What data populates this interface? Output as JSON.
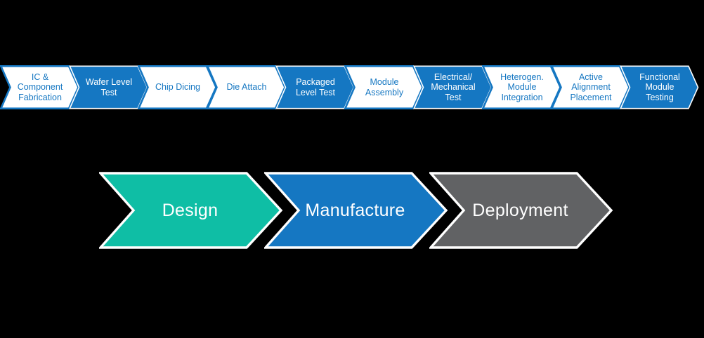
{
  "colors": {
    "background": "#000000",
    "blue": "#1577C2",
    "white": "#FFFFFF",
    "teal": "#0FBEA5",
    "gray": "#616264"
  },
  "top_row": {
    "items": [
      {
        "label": "IC &\nComponent\nFabrication",
        "variant": "white"
      },
      {
        "label": "Wafer Level\nTest",
        "variant": "blue"
      },
      {
        "label": "Chip Dicing",
        "variant": "white"
      },
      {
        "label": "Die Attach",
        "variant": "white"
      },
      {
        "label": "Packaged\nLevel Test",
        "variant": "blue"
      },
      {
        "label": "Module\nAssembly",
        "variant": "white"
      },
      {
        "label": "Electrical/\nMechanical\nTest",
        "variant": "blue"
      },
      {
        "label": "Heterogen.\nModule\nIntegration",
        "variant": "white"
      },
      {
        "label": "Active\nAlignment\nPlacement",
        "variant": "white"
      },
      {
        "label": "Functional\nModule\nTesting",
        "variant": "blue"
      }
    ]
  },
  "bottom_row": {
    "items": [
      {
        "label": "Design",
        "color": "#0FBEA5"
      },
      {
        "label": "Manufacture",
        "color": "#1577C2"
      },
      {
        "label": "Deployment",
        "color": "#616264"
      }
    ]
  }
}
